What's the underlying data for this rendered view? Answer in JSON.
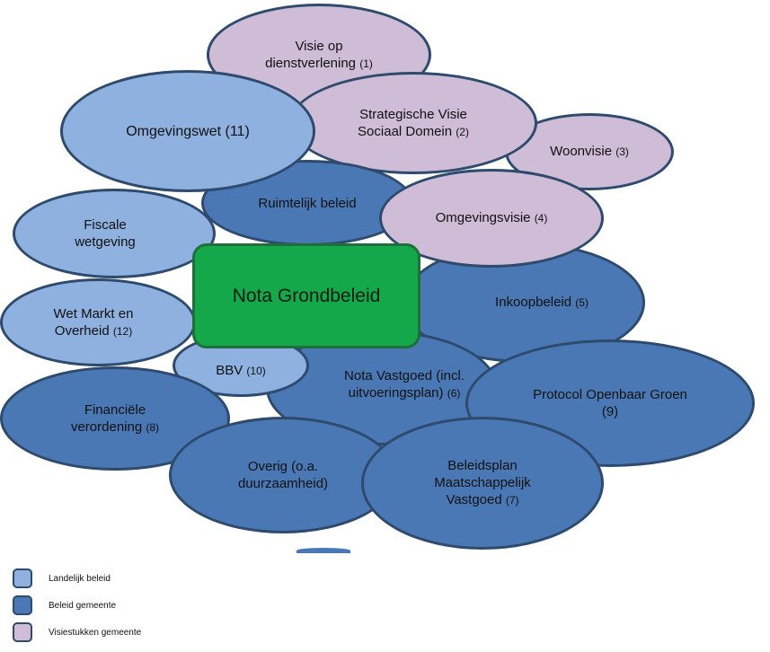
{
  "center": {
    "label": "Nota Grondbeleid"
  },
  "bubbles": {
    "visie_dienst": {
      "line1": "Visie op",
      "line2": "dienstverlening",
      "num": "(1)"
    },
    "strategische": {
      "line1": "Strategische Visie",
      "line2": "Sociaal Domein",
      "num": "(2)"
    },
    "woonvisie": {
      "line1": "Woonvisie",
      "num": "(3)"
    },
    "omgevingswet": {
      "line1": "Omgevingswet (11)"
    },
    "ruimtelijk": {
      "line1": "Ruimtelijk beleid"
    },
    "omgevingsvisie": {
      "line1": "Omgevingsvisie",
      "num": "(4)"
    },
    "fiscale": {
      "line1": "Fiscale",
      "line2": "wetgeving"
    },
    "inkoop": {
      "line1": "Inkoopbeleid",
      "num": "(5)"
    },
    "wet_markt": {
      "line1": "Wet Markt en",
      "line2": "Overheid",
      "num": "(12)"
    },
    "bbv": {
      "line1": "BBV",
      "num": "(10)"
    },
    "nota_vastgoed": {
      "line1": "Nota Vastgoed (incl.",
      "line2": "uitvoeringsplan)",
      "num": "(6)"
    },
    "protocol": {
      "line1": "Protocol Openbaar Groen",
      "line2": "(9)"
    },
    "financiele": {
      "line1": "Financiële",
      "line2": "verordening",
      "num": "(8)"
    },
    "overig": {
      "line1": "Overig (o.a.",
      "line2": "duurzaamheid)"
    },
    "beleidsplan": {
      "line1": "Beleidsplan",
      "line2": "Maatschappelijk",
      "line3": "Vastgoed",
      "num": "(7)"
    }
  },
  "legend": [
    {
      "label": "Landelijk beleid",
      "color": "#8fb1df"
    },
    {
      "label": "Beleid gemeente",
      "color": "#4a78b5"
    },
    {
      "label": "Visiestukken gemeente",
      "color": "#cfbcd6"
    }
  ]
}
